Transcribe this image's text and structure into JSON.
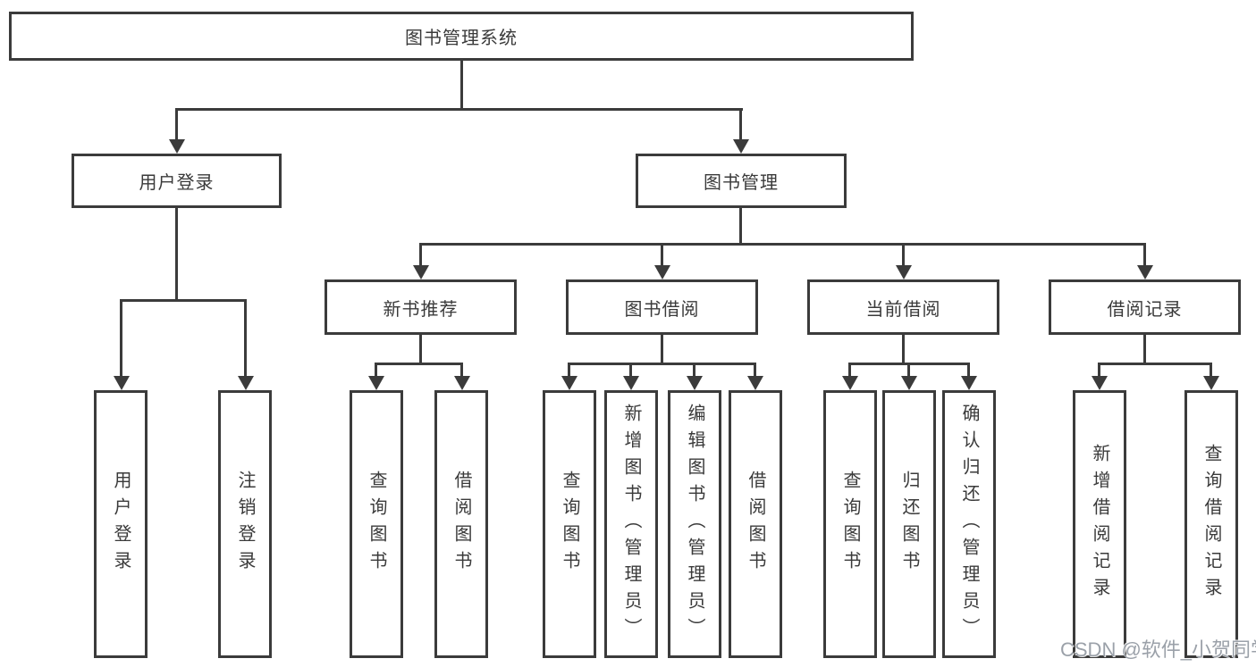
{
  "colors": {
    "line": "#3b3b3b",
    "text": "#3a3a3a",
    "box_background": "#ffffff",
    "watermark": "#9ba1a9"
  },
  "tree": {
    "root": {
      "label": "图书管理系统"
    },
    "branches": [
      {
        "label": "用户登录",
        "children": [
          {
            "label": "用户登录"
          },
          {
            "label": "注销登录"
          }
        ]
      },
      {
        "label": "图书管理",
        "children": [
          {
            "label": "新书推荐",
            "children": [
              {
                "label": "查询图书"
              },
              {
                "label": "借阅图书"
              }
            ]
          },
          {
            "label": "图书借阅",
            "children": [
              {
                "label": "查询图书"
              },
              {
                "label": "新增图书（管理员）"
              },
              {
                "label": "编辑图书（管理员）"
              },
              {
                "label": "借阅图书"
              }
            ]
          },
          {
            "label": "当前借阅",
            "children": [
              {
                "label": "查询图书"
              },
              {
                "label": "归还图书"
              },
              {
                "label": "确认归还（管理员）"
              }
            ]
          },
          {
            "label": "借阅记录",
            "children": [
              {
                "label": "新增借阅记录"
              },
              {
                "label": "查询借阅记录"
              }
            ]
          }
        ]
      }
    ]
  },
  "watermark": {
    "text": "CSDN @软件_小贺同学"
  }
}
